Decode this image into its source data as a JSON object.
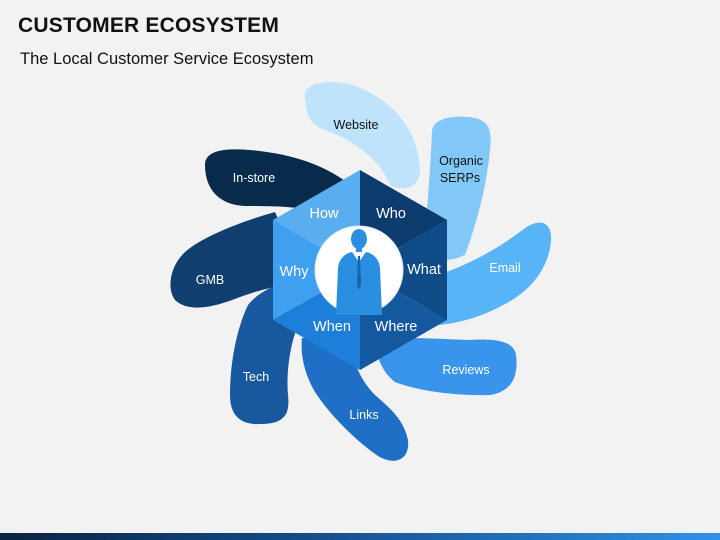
{
  "title": "CUSTOMER ECOSYSTEM",
  "subtitle": "The Local Customer Service Ecosystem",
  "petals": [
    {
      "id": "website",
      "label": "Website",
      "color": "#bfe3fb",
      "text_color": "#111111"
    },
    {
      "id": "organic-serps",
      "label": "Organic SERPs",
      "line1": "Organic",
      "line2": "SERPs",
      "color": "#82c8f8",
      "text_color": "#111111"
    },
    {
      "id": "email",
      "label": "Email",
      "color": "#56b4f7",
      "text_color": "#ffffff"
    },
    {
      "id": "reviews",
      "label": "Reviews",
      "color": "#3995ec",
      "text_color": "#ffffff"
    },
    {
      "id": "links",
      "label": "Links",
      "color": "#1f6fc6",
      "text_color": "#ffffff"
    },
    {
      "id": "tech",
      "label": "Tech",
      "color": "#18589f",
      "text_color": "#ffffff"
    },
    {
      "id": "gmb",
      "label": "GMB",
      "color": "#0f3e6f",
      "text_color": "#ffffff"
    },
    {
      "id": "in-store",
      "label": "In-store",
      "color": "#082a4b",
      "text_color": "#ffffff"
    }
  ],
  "hexagon": {
    "segments": [
      {
        "id": "how",
        "label": "How",
        "color": "#5aaef0"
      },
      {
        "id": "who",
        "label": "Who",
        "color": "#0c3c6d"
      },
      {
        "id": "what",
        "label": "What",
        "color": "#0f4b86"
      },
      {
        "id": "where",
        "label": "Where",
        "color": "#1458a0"
      },
      {
        "id": "when",
        "label": "When",
        "color": "#1e7fda"
      },
      {
        "id": "why",
        "label": "Why",
        "color": "#3ea0ee"
      }
    ],
    "center_icon": "businessman-icon"
  },
  "colors": {
    "background": "#f2f2f2",
    "center_circle": "#ffffff",
    "figure": "#2a8fe0"
  }
}
